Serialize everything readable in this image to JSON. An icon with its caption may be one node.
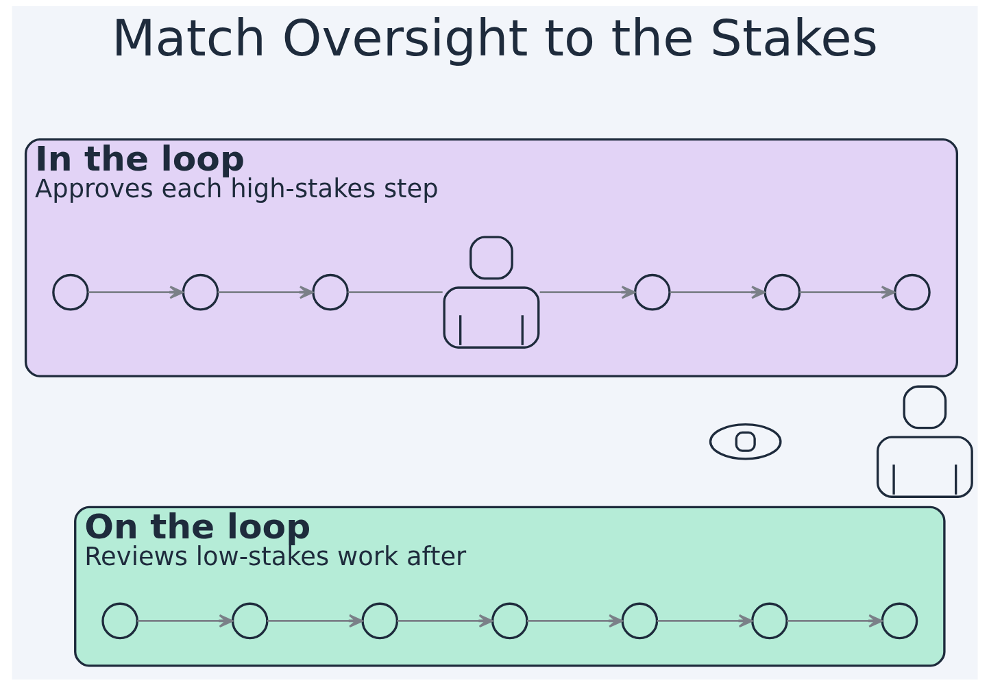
{
  "diagram": {
    "title": "Match Oversight to the Stakes",
    "nodes": [
      {
        "text": [
          "In the loop",
          "Approves each high-stakes step"
        ]
      },
      {
        "text": [],
        "shape": "circle",
        "in": 0
      },
      {
        "text": [],
        "shape": "circle",
        "in": 0
      },
      {
        "text": [],
        "shape": "circle",
        "in": 0
      },
      {
        "text": [],
        "shape": "person",
        "in": 0
      },
      {
        "text": [],
        "shape": "circle",
        "in": 0
      },
      {
        "text": [],
        "shape": "circle",
        "in": 0
      },
      {
        "text": [],
        "shape": "circle",
        "in": 0
      },
      {
        "text": [],
        "shape": "eye"
      },
      {
        "text": [],
        "shape": "person"
      },
      {
        "text": [
          "On the loop",
          "Reviews low-stakes work after"
        ]
      },
      {
        "text": [],
        "shape": "circle",
        "in": 10
      },
      {
        "text": [],
        "shape": "circle",
        "in": 10
      },
      {
        "text": [],
        "shape": "circle",
        "in": 10
      },
      {
        "text": [],
        "shape": "circle",
        "in": 10
      },
      {
        "text": [],
        "shape": "circle",
        "in": 10
      },
      {
        "text": [],
        "shape": "circle",
        "in": 10
      },
      {
        "text": [],
        "shape": "circle",
        "in": 10
      }
    ],
    "edges": [
      {
        "from": 1,
        "to": 2,
        "arrow": "to"
      },
      {
        "from": 2,
        "to": 3,
        "arrow": "to"
      },
      {
        "from": 3,
        "to": 4,
        "arrow": "none"
      },
      {
        "from": 4,
        "to": 5,
        "arrow": "to"
      },
      {
        "from": 5,
        "to": 6,
        "arrow": "to"
      },
      {
        "from": 6,
        "to": 7,
        "arrow": "to"
      },
      {
        "from": 11,
        "to": 12,
        "arrow": "to"
      },
      {
        "from": 12,
        "to": 13,
        "arrow": "to"
      },
      {
        "from": 13,
        "to": 14,
        "arrow": "to"
      },
      {
        "from": 14,
        "to": 15,
        "arrow": "to"
      },
      {
        "from": 15,
        "to": 16,
        "arrow": "to"
      },
      {
        "from": 16,
        "to": 17,
        "arrow": "to"
      }
    ]
  }
}
